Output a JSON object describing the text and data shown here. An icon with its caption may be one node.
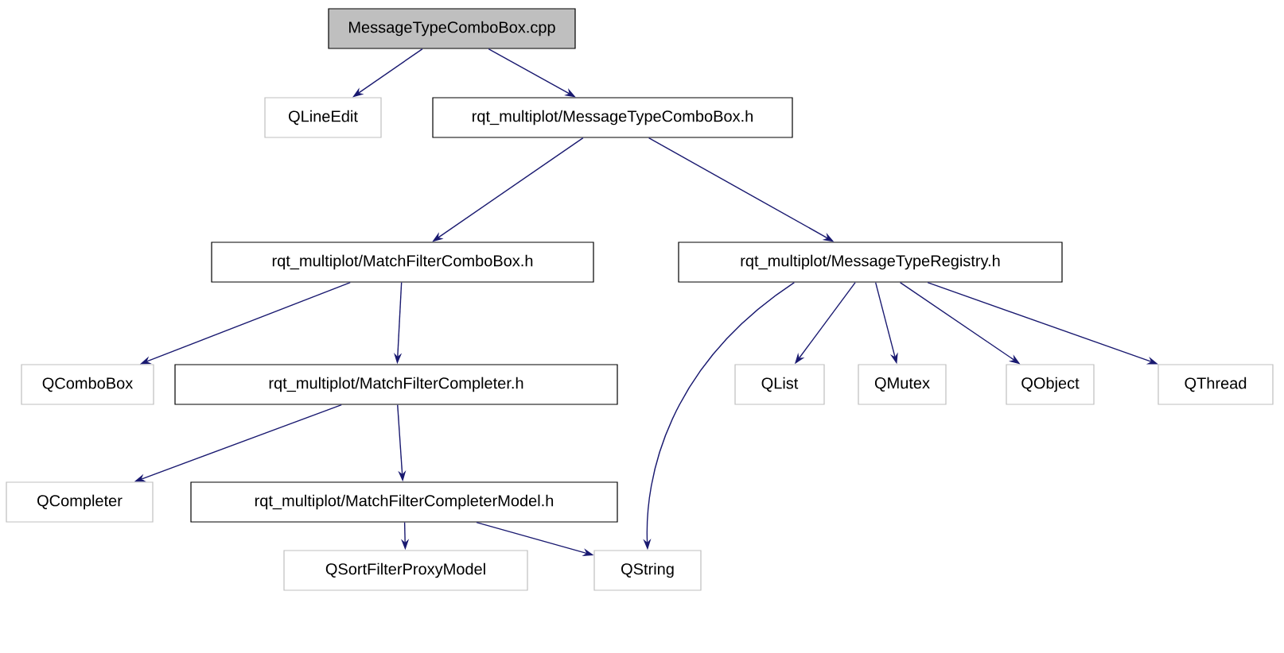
{
  "diagram": {
    "nodes": [
      {
        "text": [
          "MessageTypeComboBox.cpp"
        ]
      },
      {
        "text": [
          "QLineEdit"
        ]
      },
      {
        "text": [
          "rqt_multiplot/MessageTypeComboBox.h"
        ]
      },
      {
        "text": [
          "rqt_multiplot/MatchFilterComboBox.h"
        ]
      },
      {
        "text": [
          "rqt_multiplot/MessageTypeRegistry.h"
        ]
      },
      {
        "text": [
          "QComboBox"
        ]
      },
      {
        "text": [
          "rqt_multiplot/MatchFilterCompleter.h"
        ]
      },
      {
        "text": [
          "QList"
        ]
      },
      {
        "text": [
          "QMutex"
        ]
      },
      {
        "text": [
          "QObject"
        ]
      },
      {
        "text": [
          "QThread"
        ]
      },
      {
        "text": [
          "QCompleter"
        ]
      },
      {
        "text": [
          "rqt_multiplot/MatchFilterCompleterModel.h"
        ]
      },
      {
        "text": [
          "QSortFilterProxyModel"
        ]
      },
      {
        "text": [
          "QString"
        ]
      }
    ],
    "edges": [
      {
        "from": 0,
        "to": 1,
        "arrow": "to"
      },
      {
        "from": 0,
        "to": 2,
        "arrow": "to"
      },
      {
        "from": 2,
        "to": 3,
        "arrow": "to"
      },
      {
        "from": 2,
        "to": 4,
        "arrow": "to"
      },
      {
        "from": 3,
        "to": 5,
        "arrow": "to"
      },
      {
        "from": 3,
        "to": 6,
        "arrow": "to"
      },
      {
        "from": 4,
        "to": 14,
        "arrow": "to"
      },
      {
        "from": 4,
        "to": 7,
        "arrow": "to"
      },
      {
        "from": 4,
        "to": 8,
        "arrow": "to"
      },
      {
        "from": 4,
        "to": 9,
        "arrow": "to"
      },
      {
        "from": 4,
        "to": 10,
        "arrow": "to"
      },
      {
        "from": 6,
        "to": 11,
        "arrow": "to"
      },
      {
        "from": 6,
        "to": 12,
        "arrow": "to"
      },
      {
        "from": 12,
        "to": 13,
        "arrow": "to"
      },
      {
        "from": 12,
        "to": 14,
        "arrow": "to"
      }
    ]
  }
}
